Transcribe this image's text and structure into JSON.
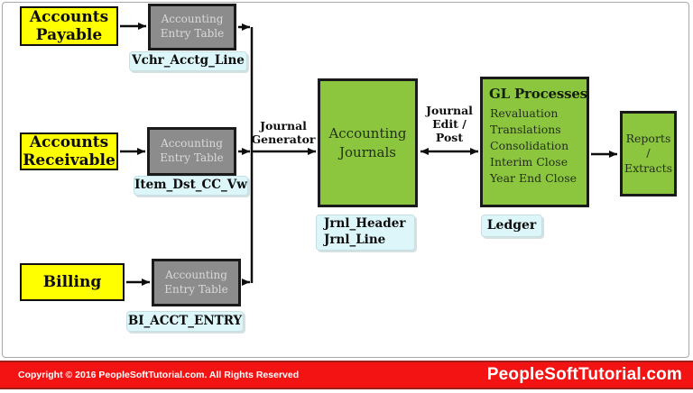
{
  "sources": {
    "accounts_payable": {
      "label": "Accounts Payable",
      "record": "Vchr_Acctg_Line"
    },
    "accounts_receivable": {
      "label": "Accounts Receivable",
      "record": "Item_Dst_CC_Vw"
    },
    "billing": {
      "label": "Billing",
      "record": "BI_ACCT_ENTRY"
    }
  },
  "entry_table": {
    "label": "Accounting Entry Table"
  },
  "journals": {
    "label": "Accounting Journals",
    "records": [
      "Jrnl_Header",
      "Jrnl_Line"
    ]
  },
  "gl": {
    "title": "GL Processes",
    "processes": [
      "Revaluation",
      "Translations",
      "Consolidation",
      "Interim Close",
      "Year End Close"
    ],
    "record": "Ledger"
  },
  "reports": {
    "label": "Reports / Extracts"
  },
  "arrow_labels": {
    "journal_generator": "Journal Generator",
    "journal_edit_post": [
      "Journal",
      "Edit /",
      "Post"
    ]
  },
  "footer": {
    "copyright": "Copyright © 2016 PeopleSoftTutorial.com. All Rights Reserved",
    "brand": "PeopleSoftTutorial.com"
  },
  "colors": {
    "source_fill": "#ffff00",
    "table_fill": "#8c8c8c",
    "process_fill": "#8cc63f",
    "record_fill": "#ddf6f9",
    "footer_bar": "#f31313"
  }
}
